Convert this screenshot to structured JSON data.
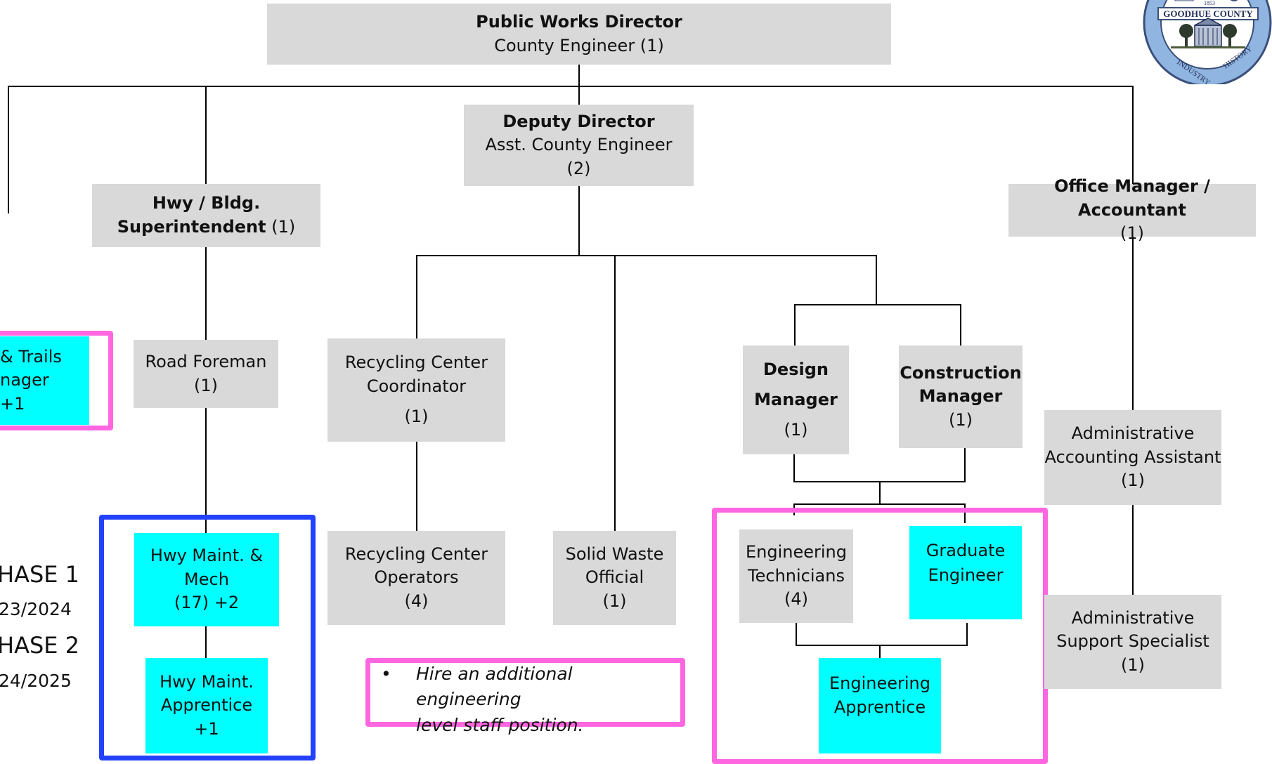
{
  "director": {
    "title": "Public Works Director",
    "subtitle": "County Engineer (1)"
  },
  "deputy": {
    "title": "Deputy Director",
    "subtitle": "Asst. County Engineer",
    "count": "(2)"
  },
  "superintendent": {
    "title_line1": "Hwy / Bldg.",
    "title_line2": "Superintendent",
    "count": "(1)"
  },
  "office_manager": {
    "title": "Office Manager / Accountant",
    "count": "(1)"
  },
  "parks_manager": {
    "line1": "& Trails",
    "line2": "nager",
    "line3": "+1"
  },
  "road_foreman": {
    "title": "Road Foreman",
    "count": "(1)"
  },
  "recycling_coordinator": {
    "line1": "Recycling Center",
    "line2": "Coordinator",
    "count": "(1)"
  },
  "design_manager": {
    "line1": "Design",
    "line2": "Manager",
    "count": "(1)"
  },
  "construction_manager": {
    "line1": "Construction",
    "line2": "Manager",
    "count": "(1)"
  },
  "admin_accounting": {
    "line1": "Administrative",
    "line2": "Accounting Assistant",
    "count": "(1)"
  },
  "hwy_maint_mech": {
    "line1": "Hwy Maint. &",
    "line2": "Mech",
    "count": "(17) +2"
  },
  "hwy_apprentice": {
    "line1": "Hwy Maint.",
    "line2": "Apprentice",
    "count": "+1"
  },
  "recycling_operators": {
    "line1": "Recycling Center",
    "line2": "Operators",
    "count": "(4)"
  },
  "solid_waste": {
    "line1": "Solid Waste",
    "line2": "Official",
    "count": "(1)"
  },
  "eng_technicians": {
    "line1": "Engineering",
    "line2": "Technicians",
    "count": "(4)"
  },
  "graduate_engineer": {
    "line1": "Graduate",
    "line2": "Engineer"
  },
  "eng_apprentice": {
    "line1": "Engineering",
    "line2": "Apprentice"
  },
  "admin_support": {
    "line1": "Administrative",
    "line2": "Support Specialist",
    "count": "(1)"
  },
  "legend": {
    "phase1": "HASE 1",
    "phase1_date": "23/2024",
    "phase2": "HASE 2",
    "phase2_date": "24/2025"
  },
  "note": {
    "bullet": "•",
    "line1": "Hire an additional engineering",
    "line2": "level staff position."
  },
  "seal": {
    "name": "GOODHUE COUNTY",
    "year": "1853",
    "left_word": "INDUSTRY",
    "right_word": "HISTORY"
  },
  "colors": {
    "box_gray": "#d9d9d9",
    "highlight_cyan": "#00ffff",
    "phase1_pink": "#ff66e0",
    "phase2_blue": "#2342ff",
    "seal_blue": "#8fb5e0"
  }
}
